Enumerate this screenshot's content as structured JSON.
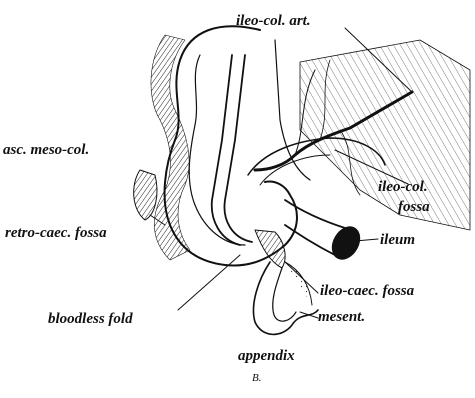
{
  "diagram": {
    "labels": {
      "ileo_col_art": "ileo-col. art.",
      "asc_meso_col": "asc. meso-col.",
      "ileo_col_fossa_line1": "ileo-col.",
      "ileo_col_fossa_line2": "fossa",
      "ileum": "ileum",
      "retro_caec_fossa": "retro-caec. fossa",
      "ileo_caec_fossa": "ileo-caec. fossa",
      "bloodless_fold": "bloodless fold",
      "mesent": "mesent.",
      "appendix": "appendix"
    },
    "caption": "B.",
    "ink_color": "#111111",
    "background_color": "#ffffff"
  }
}
